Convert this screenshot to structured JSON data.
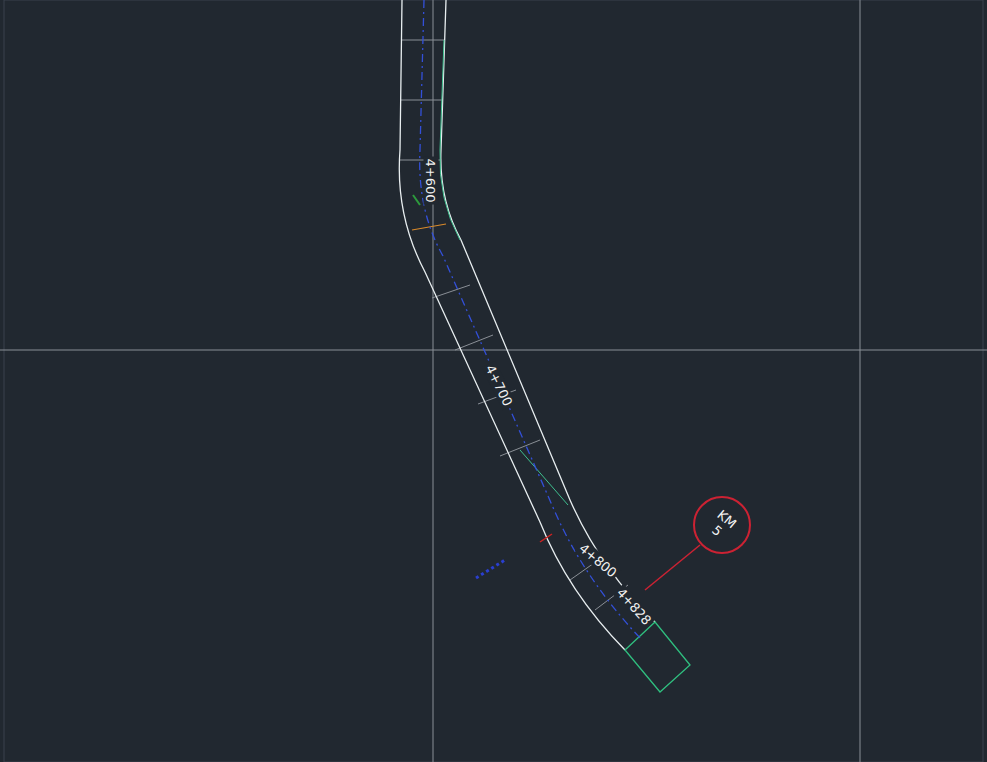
{
  "diagram": {
    "nodes": [
      {
        "text": [
          "KM 5"
        ]
      }
    ],
    "labels": [
      "4+600",
      "4+700",
      "4+800",
      "4+828"
    ]
  }
}
